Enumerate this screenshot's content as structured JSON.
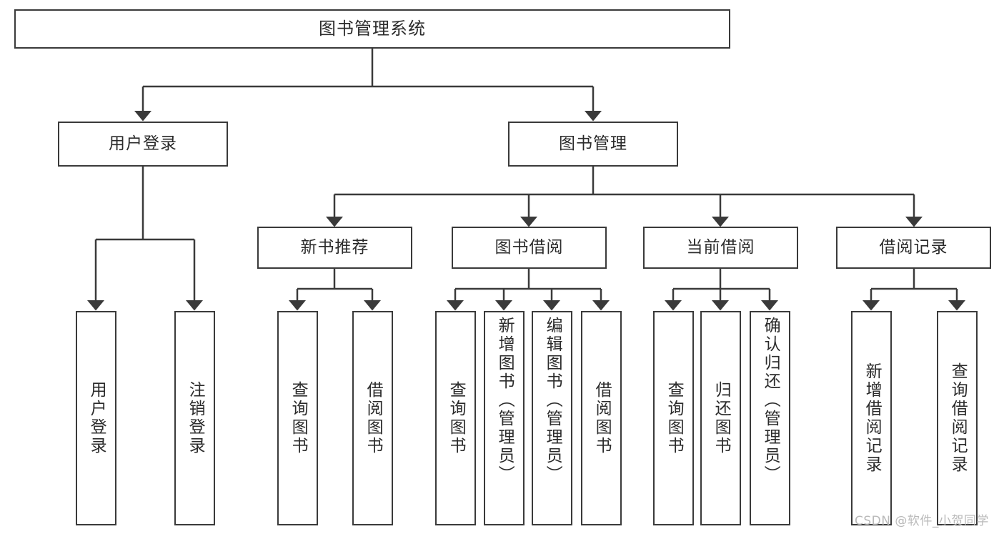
{
  "diagram": {
    "type": "tree",
    "title": "图书管理系统",
    "orientation": "top-down",
    "style": {
      "stroke": "#3a3a3a",
      "fill": "#ffffff",
      "text": "#2b2b2b",
      "watermark_color": "#b9b9b9"
    }
  },
  "nodes": {
    "root": {
      "label": "图书管理系统",
      "level": 0
    },
    "level1": [
      {
        "id": "user-login",
        "label": "用户登录"
      },
      {
        "id": "book-manage",
        "label": "图书管理"
      }
    ],
    "level2": [
      {
        "id": "new-book-rec",
        "label": "新书推荐",
        "parent": "book-manage"
      },
      {
        "id": "book-borrow",
        "label": "图书借阅",
        "parent": "book-manage"
      },
      {
        "id": "current-borrow",
        "label": "当前借阅",
        "parent": "book-manage"
      },
      {
        "id": "borrow-record",
        "label": "借阅记录",
        "parent": "book-manage"
      }
    ],
    "leaves": {
      "user-login": [
        {
          "id": "leaf-user-login",
          "label": "用户登录"
        },
        {
          "id": "leaf-user-logout",
          "label": "注销登录"
        }
      ],
      "new-book-rec": [
        {
          "id": "leaf-query-book-1",
          "label": "查询图书"
        },
        {
          "id": "leaf-borrow-book-1",
          "label": "借阅图书"
        }
      ],
      "book-borrow": [
        {
          "id": "leaf-query-book-2",
          "label": "查询图书"
        },
        {
          "id": "leaf-add-book",
          "label": "新增图书（管理员）"
        },
        {
          "id": "leaf-edit-book",
          "label": "编辑图书（管理员）"
        },
        {
          "id": "leaf-borrow-book-2",
          "label": "借阅图书"
        }
      ],
      "current-borrow": [
        {
          "id": "leaf-query-book-3",
          "label": "查询图书"
        },
        {
          "id": "leaf-return-book",
          "label": "归还图书"
        },
        {
          "id": "leaf-confirm-return",
          "label": "确认归还（管理员）"
        }
      ],
      "borrow-record": [
        {
          "id": "leaf-add-record",
          "label": "新增借阅记录"
        },
        {
          "id": "leaf-query-record",
          "label": "查询借阅记录"
        }
      ]
    }
  },
  "watermark": {
    "text": "CSDN @软件_小贺同学"
  }
}
